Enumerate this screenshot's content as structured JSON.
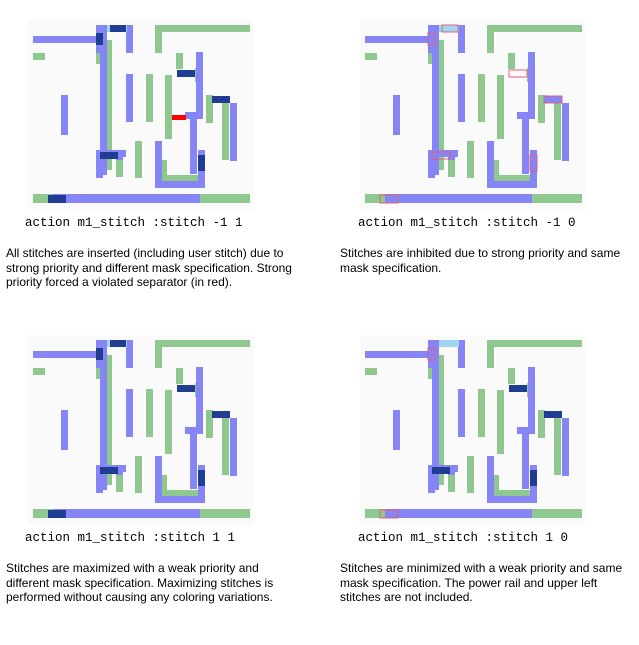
{
  "colors": {
    "background": "#fafafa",
    "green_mask": "#8fc88f",
    "blue_mask": "#8585f5",
    "stitch": "#1f3e93",
    "violation": "#ff0000",
    "stitch_outline": "#e0607a",
    "cyan_marker": "#9fd7f0"
  },
  "panels": [
    {
      "command": "action m1_stitch :stitch -1 1",
      "description": "All stitches are inserted (including user stitch) due to strong priority and different mask specification. Strong priority forced a violated separator (in red)."
    },
    {
      "command": "action m1_stitch :stitch -1 0",
      "description": "Stitches are inhibited due to strong priority and same mask specification."
    },
    {
      "command": "action m1_stitch :stitch 1 1",
      "description": "Stitches are maximized with a weak priority and different mask specification. Maximizing stitches is performed without causing any coloring variations."
    },
    {
      "command": "action m1_stitch :stitch 1 0",
      "description": "Stitches are minimized with a weak priority and same mask specification. The power rail and upper left stitches are not included."
    }
  ]
}
